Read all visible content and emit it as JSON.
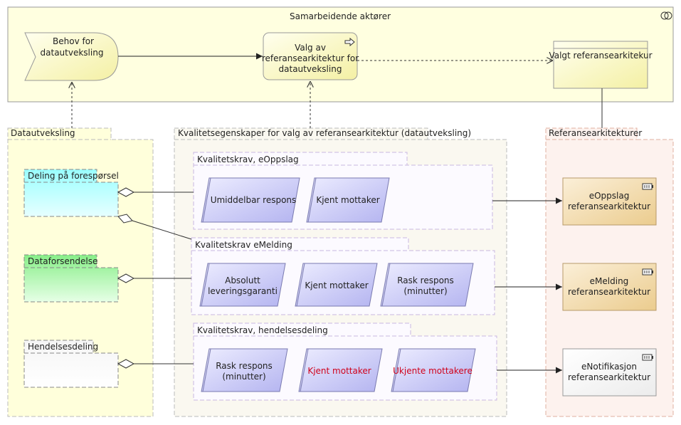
{
  "groups": {
    "actors": {
      "label": "Samarbeidende aktører"
    },
    "dataexchange": {
      "label": "Datautveksling"
    },
    "quality": {
      "label": "Kvalitetsegenskaper for valg av referansearkitektur (datautveksling)"
    },
    "refarch": {
      "label": "Referansearkitekturer"
    }
  },
  "top": {
    "need": {
      "line1": "Behov for",
      "line2": "datautveksling"
    },
    "choice": {
      "line1": "Valg av",
      "line2": "referansearkitektur for",
      "line3": "datautveksling"
    },
    "chosen": {
      "label": "Valgt referansearkitekur"
    }
  },
  "patterns": {
    "deling": {
      "label": "Deling på forespørsel",
      "color": "#99ffff"
    },
    "dataforsendelse": {
      "label": "Dataforsendelse",
      "color": "#99ff99"
    },
    "hendelse": {
      "label": "Hendelsesdeling",
      "color": "#f2f2f2"
    }
  },
  "requirements": {
    "eoppslag": {
      "title": "Kvalitetskrav, eOppslag",
      "items": {
        "a": "Umiddelbar respons",
        "b": "Kjent mottaker"
      }
    },
    "emelding": {
      "title": "Kvalitetskrav eMelding",
      "items": {
        "a1": "Absolutt",
        "a2": "leveringsgaranti",
        "b": "Kjent mottaker",
        "c1": "Rask respons",
        "c2": "(minutter)"
      }
    },
    "hendelse": {
      "title": "Kvalitetskrav, hendelsesdeling",
      "items": {
        "a1": "Rask respons",
        "a2": "(minutter)",
        "b": "Kjent mottaker",
        "c": "Ukjente mottakere"
      }
    }
  },
  "architectures": {
    "eoppslag": {
      "line1": "eOppslag",
      "line2": "referansearkitektur"
    },
    "emelding": {
      "line1": "eMelding",
      "line2": "referansearkitektur"
    },
    "enotifikasjon": {
      "line1": "eNotifikasjon",
      "line2": "referansearkitektur"
    }
  },
  "colors": {
    "business_yellow": "#ffffcc",
    "requirement_purple": "#ccccff",
    "architecture_tan": "#f5deb3",
    "warning_red": "#d0021b"
  }
}
